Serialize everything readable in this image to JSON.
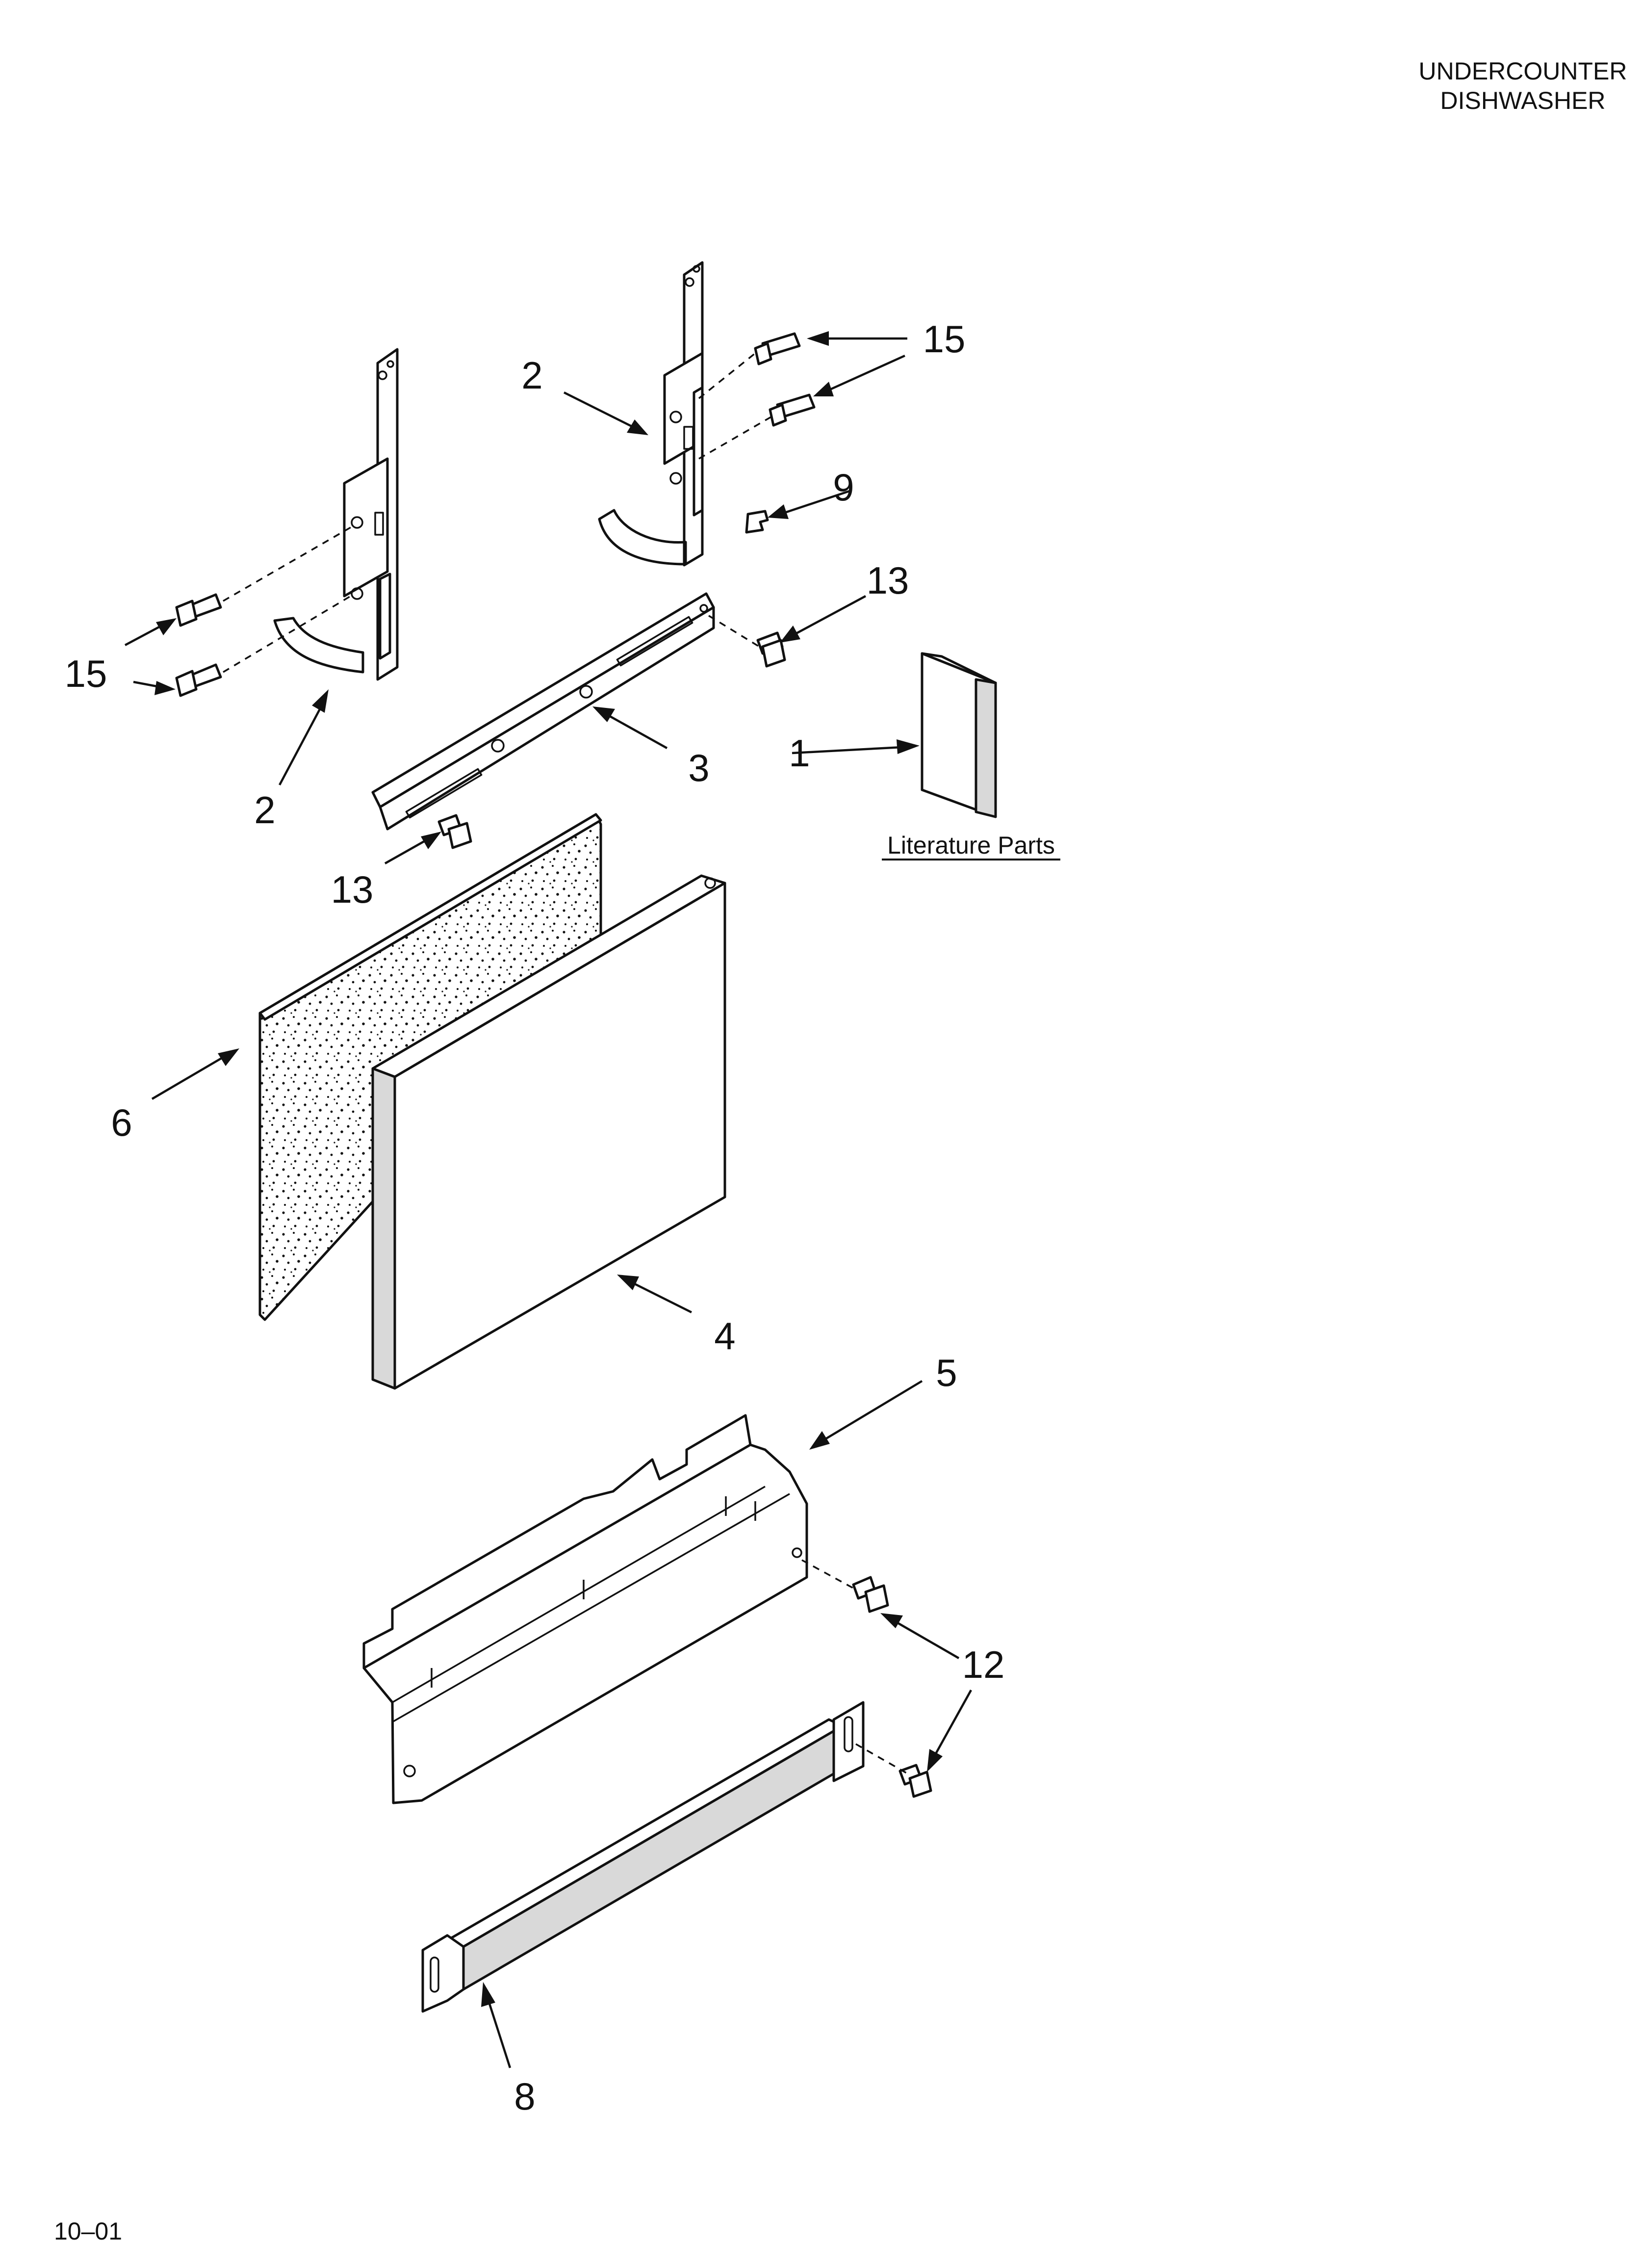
{
  "header": {
    "line1": "UNDERCOUNTER",
    "line2": "DISHWASHER"
  },
  "footer": {
    "code": "10–01"
  },
  "literature": {
    "caption": "Literature Parts"
  },
  "callouts": {
    "c1": "1",
    "c2_left": "2",
    "c2_right": "2",
    "c3": "3",
    "c4": "4",
    "c5": "5",
    "c6": "6",
    "c8": "8",
    "c9": "9",
    "c12": "12",
    "c13_right": "13",
    "c13_left": "13",
    "c15_right": "15",
    "c15_left": "15"
  }
}
